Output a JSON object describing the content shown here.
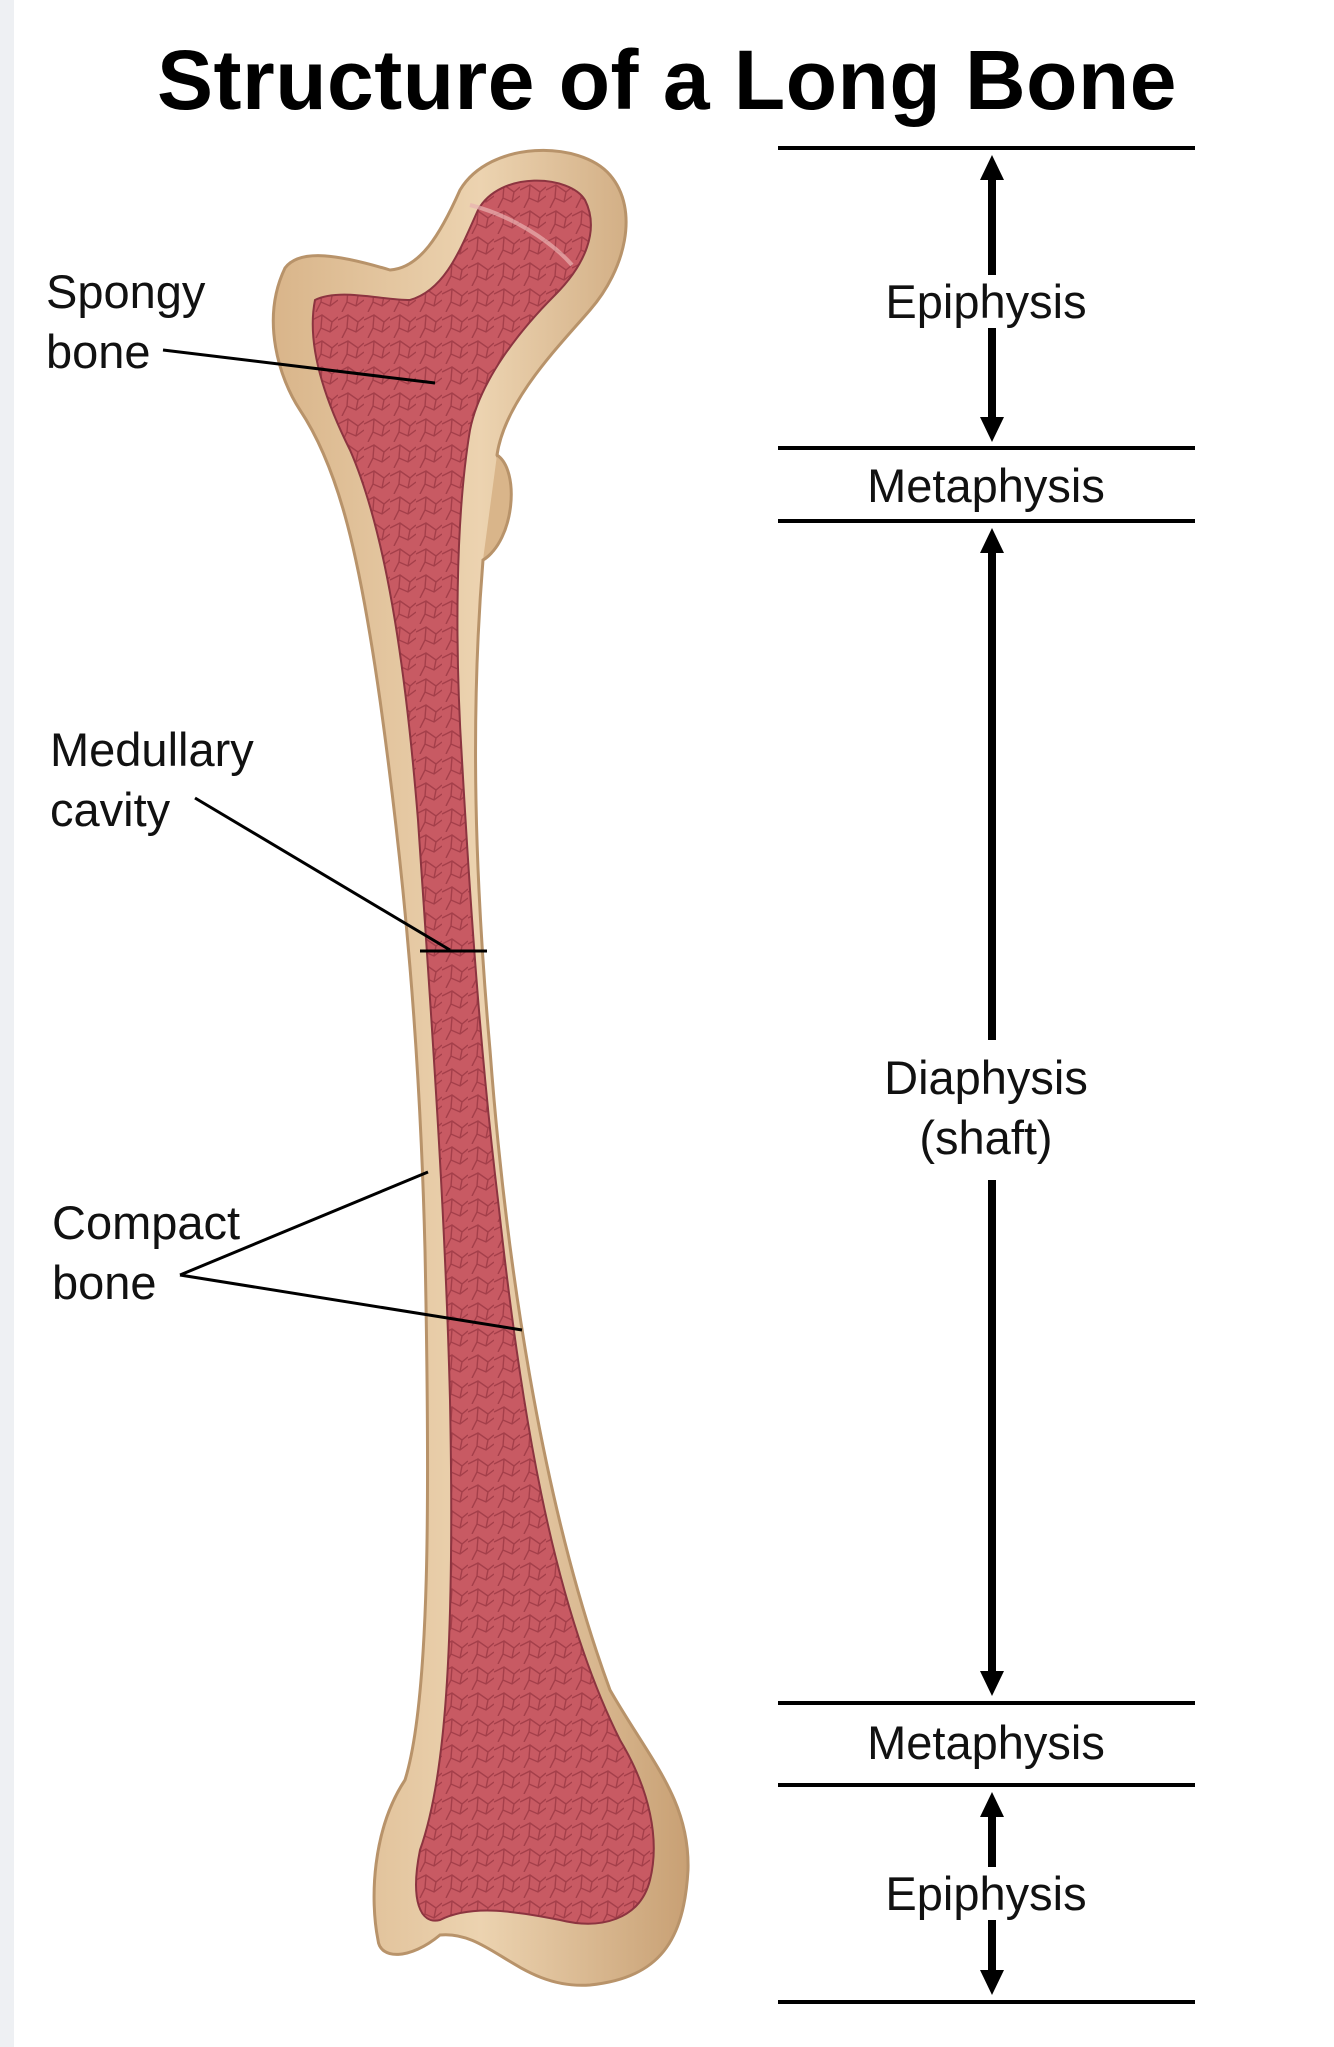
{
  "title": "Structure of a Long Bone",
  "labels": {
    "spongy_bone": [
      "Spongy",
      "bone"
    ],
    "medullary_cavity": [
      "Medullary",
      "cavity"
    ],
    "compact_bone": [
      "Compact",
      "bone"
    ]
  },
  "regions": {
    "epiphysis_top": "Epiphysis",
    "metaphysis_top": "Metaphysis",
    "diaphysis": [
      "Diaphysis",
      "(shaft)"
    ],
    "metaphysis_bottom": "Metaphysis",
    "epiphysis_bottom": "Epiphysis"
  },
  "colors": {
    "compact_bone": "#e6c9a3",
    "bone_outline": "#c4a27a",
    "marrow": "#c4555f",
    "marrow_dark": "#9c3a45",
    "line": "#000000"
  }
}
